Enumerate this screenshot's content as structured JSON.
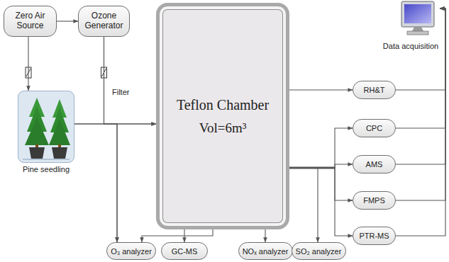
{
  "diagram": {
    "nodes": [
      {
        "text": [
          "Zero Air Source"
        ]
      },
      {
        "text": [
          "Ozone Generator"
        ]
      },
      {
        "text": [
          "Pine seedling"
        ]
      },
      {
        "text": [
          "Teflon Chamber",
          "Vol=6m³"
        ]
      },
      {
        "text": [
          "Data acquisition"
        ]
      },
      {
        "text": [
          "RH&T"
        ]
      },
      {
        "text": [
          "CPC"
        ]
      },
      {
        "text": [
          "AMS"
        ]
      },
      {
        "text": [
          "FMPS"
        ]
      },
      {
        "text": [
          "PTR-MS"
        ]
      },
      {
        "text": [
          "O₃ analyzer"
        ]
      },
      {
        "text": [
          "GC-MS"
        ]
      },
      {
        "text": [
          "NOₓ analyzer"
        ]
      },
      {
        "text": [
          "SO₂ analyzer"
        ]
      }
    ],
    "edges": [
      {
        "from": 0,
        "to": 1,
        "arrow": "to"
      },
      {
        "from": 0,
        "to": 2,
        "arrow": "to"
      },
      {
        "from": 1,
        "to": 3,
        "arrow": "to"
      },
      {
        "from": 2,
        "to": 3,
        "arrow": "to"
      },
      {
        "from": 1,
        "to": 10,
        "arrow": "to"
      },
      {
        "from": 2,
        "to": 10,
        "arrow": "to"
      },
      {
        "from": 3,
        "to": 10,
        "arrow": "to"
      },
      {
        "from": 3,
        "to": 11,
        "arrow": "to"
      },
      {
        "from": 3,
        "to": 12,
        "arrow": "to"
      },
      {
        "from": 3,
        "to": 13,
        "arrow": "to"
      },
      {
        "from": 3,
        "to": 5,
        "arrow": "to"
      },
      {
        "from": 3,
        "to": 6,
        "arrow": "to"
      },
      {
        "from": 3,
        "to": 7,
        "arrow": "to"
      },
      {
        "from": 3,
        "to": 8,
        "arrow": "to"
      },
      {
        "from": 3,
        "to": 9,
        "arrow": "to"
      },
      {
        "from": 5,
        "to": 4,
        "arrow": "to"
      },
      {
        "from": 6,
        "to": 4,
        "arrow": "to"
      },
      {
        "from": 7,
        "to": 4,
        "arrow": "to"
      },
      {
        "from": 8,
        "to": 4,
        "arrow": "to"
      },
      {
        "from": 9,
        "to": 4,
        "arrow": "to"
      }
    ],
    "labels": [
      "Filter"
    ]
  }
}
